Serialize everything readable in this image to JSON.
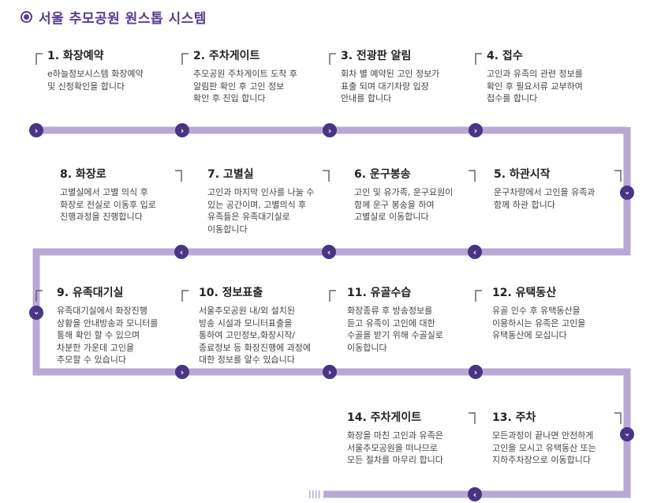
{
  "header": {
    "title": "서울 추모공원 원스톱 시스템"
  },
  "steps": [
    {
      "title": "1. 화장예약",
      "desc": "e하늘정보시스템 화장예약\n및 신청확인을 합니다"
    },
    {
      "title": "2. 주차게이트",
      "desc": "추모공원 주차게이트 도착 후\n알림판 확인 후 고인 정보\n확인 후 진입 합니다"
    },
    {
      "title": "3. 전광판 알림",
      "desc": "회차 별 예약된 고인 정보가\n표출 되며 대기차량 입장\n안내를 합니다"
    },
    {
      "title": "4. 접수",
      "desc": "고인과 유족의 관련 정보를\n확인 후 필요서류 교부하여\n접수를 합니다"
    },
    {
      "title": "5. 하관시작",
      "desc": "운구차량에서 고인을 유족과\n함께 하관 합니다"
    },
    {
      "title": "6. 운구봉송",
      "desc": "고인 및 유가족, 운구요원이\n함께 운구 봉송을 하여\n고별실로 이동합니다"
    },
    {
      "title": "7. 고별실",
      "desc": "고인과 마지막 인사를 나눌 수\n있는 공간이며, 고별의식 후\n유족들은 유족대기실로\n이동합니다"
    },
    {
      "title": "8. 화장로",
      "desc": "고별실에서 고별 의식 후\n화장로 전실로 이동후 입로\n진행과정을 진행합니다"
    },
    {
      "title": "9. 유족대기실",
      "desc": "유족대기실에서 화장진행\n상황을 안내방송과 모니터를\n통해 확인 할 수 있으며\n차분한 가운데 고인을\n추모할 수 있습니다"
    },
    {
      "title": "10. 정보표출",
      "desc": "서울추모공원 내/외 설치된\n방송 시설과 모니터표출을\n통하여 고인정보,화장시작/\n종료정보 등 화장진행에 과정에\n대한 정보를 알수 있습니다"
    },
    {
      "title": "11. 유골수습",
      "desc": "화장종류 후 방송정보를\n듣고 유족이 고인에 대한\n수골을 받기 위해 수골실로\n이동합니다"
    },
    {
      "title": "12. 유택동산",
      "desc": "유골 인수 후 유택동산을\n이용하시는 유족은 고인을\n유택동산에 모십니다"
    },
    {
      "title": "13. 주차",
      "desc": "모든과정이 끝나면 안전하게\n고인을 모시고 유택동산 또는\n지하주차장으로 이동합니다"
    },
    {
      "title": "14. 주차게이트",
      "desc": "화장을 마친 고인과 유족은\n서울추모공원을 떠나므로\n모든 절차를 마무리 합니다"
    }
  ],
  "icons": {
    "next": "chevron-right-icon",
    "prev": "chevron-left-icon",
    "down": "chevron-down-icon"
  },
  "colors": {
    "accent": "#4a3484",
    "track": "#b7a9d6",
    "title": "#5b3d8f",
    "bracket": "#666666"
  }
}
